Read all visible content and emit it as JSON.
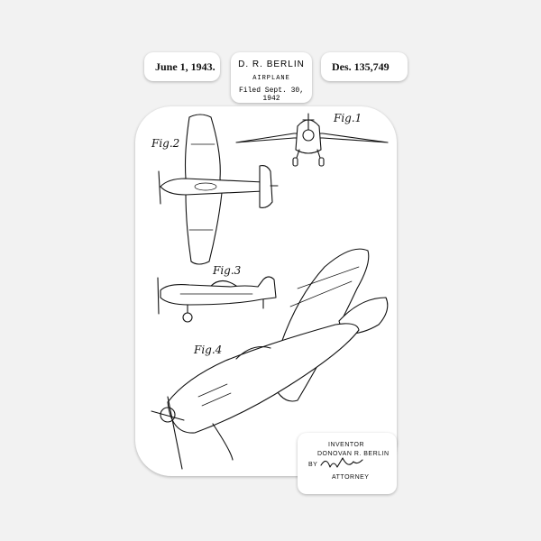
{
  "header": {
    "date": "June 1, 1943.",
    "patent_number": "Des. 135,749",
    "inventor_name": "D. R. BERLIN",
    "title": "AIRPLANE",
    "filed": "Filed Sept. 30, 1942"
  },
  "figures": {
    "fig1": "Fig.1",
    "fig2": "Fig.2",
    "fig3": "Fig.3",
    "fig4": "Fig.4"
  },
  "signature_block": {
    "inventor_label": "INVENTOR",
    "inventor_full_name": "DONOVAN R. BERLIN",
    "by_label": "BY",
    "attorney_label": "ATTORNEY",
    "signature": "W.E.Stull"
  },
  "colors": {
    "background": "#f2f2f2",
    "sticker": "#ffffff",
    "ink": "#111111"
  }
}
